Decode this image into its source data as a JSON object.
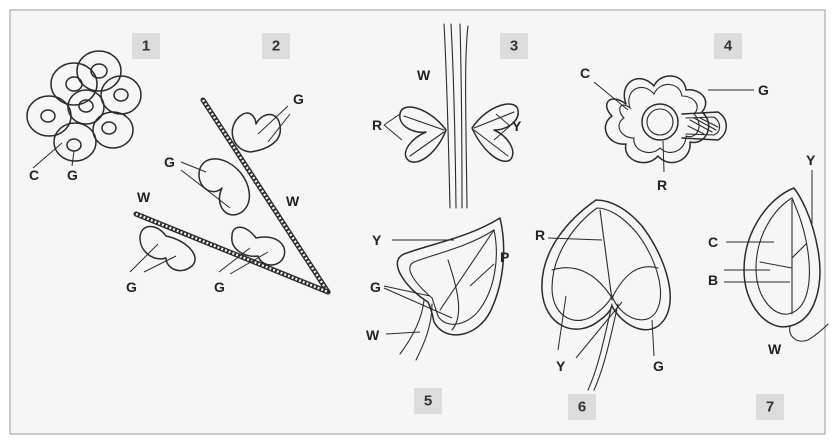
{
  "figures": [
    {
      "number": "1",
      "labels": [
        "C",
        "G"
      ]
    },
    {
      "number": "2",
      "labels": [
        "G",
        "G",
        "W",
        "W",
        "G",
        "G"
      ]
    },
    {
      "number": "3",
      "labels": [
        "W",
        "R",
        "Y"
      ]
    },
    {
      "number": "4",
      "labels": [
        "C",
        "G",
        "R"
      ]
    },
    {
      "number": "5",
      "labels": [
        "Y",
        "P",
        "G",
        "W"
      ]
    },
    {
      "number": "6",
      "labels": [
        "R",
        "Y",
        "G"
      ]
    },
    {
      "number": "7",
      "labels": [
        "Y",
        "C",
        "B",
        "W"
      ]
    }
  ]
}
